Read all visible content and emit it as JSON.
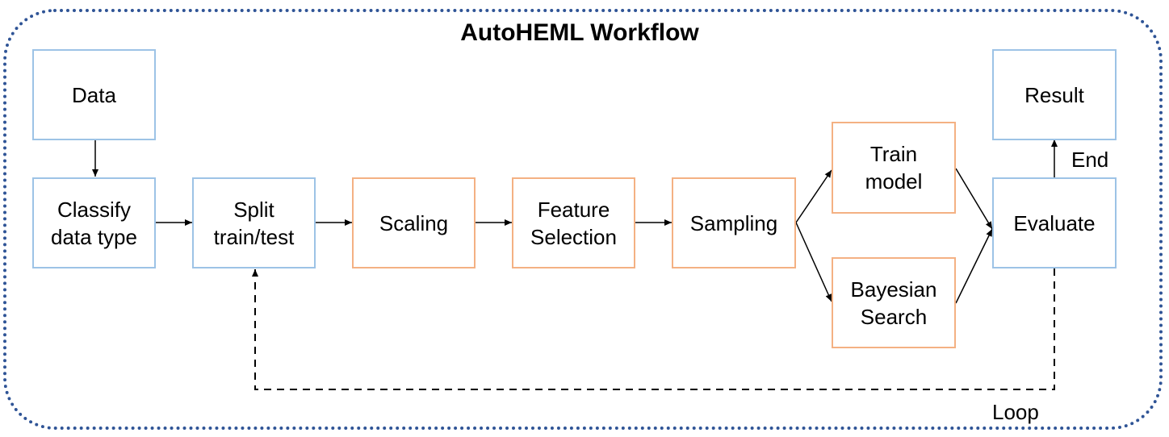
{
  "diagram": {
    "title": "AutoHEML Workflow",
    "nodes": {
      "data": "Data",
      "classify": "Classify\ndata type",
      "split": "Split\ntrain/test",
      "scaling": "Scaling",
      "feature": "Feature\nSelection",
      "sampling": "Sampling",
      "train": "Train\nmodel",
      "bayesian": "Bayesian\nSearch",
      "evaluate": "Evaluate",
      "result": "Result"
    },
    "labels": {
      "end": "End",
      "loop": "Loop"
    },
    "colors": {
      "frame_border": "#2f5496",
      "blue_box_border": "#9dc3e6",
      "orange_box_border": "#f4b183"
    }
  }
}
